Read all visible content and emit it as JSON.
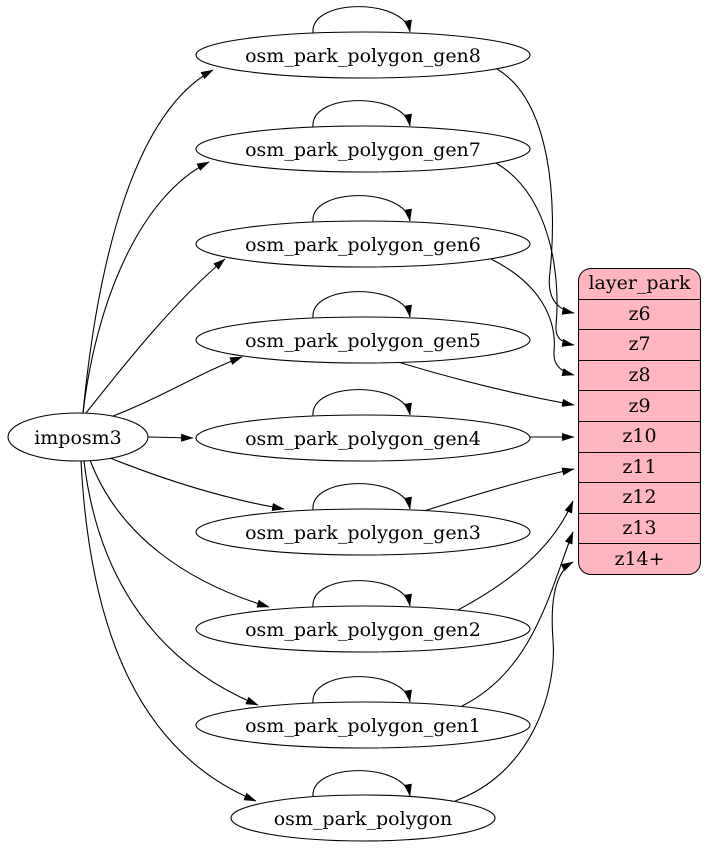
{
  "diagram": {
    "background_color": "#ffffff",
    "node_fill_color": "#ffffff",
    "node_border_color": "#000000",
    "edge_color": "#000000",
    "root_node": {
      "label": "imposm3"
    },
    "nodes": [
      {
        "label": "osm_park_polygon_gen8",
        "self_loop": true,
        "feeds_row": "z6"
      },
      {
        "label": "osm_park_polygon_gen7",
        "self_loop": true,
        "feeds_row": "z7"
      },
      {
        "label": "osm_park_polygon_gen6",
        "self_loop": true,
        "feeds_row": "z8"
      },
      {
        "label": "osm_park_polygon_gen5",
        "self_loop": true,
        "feeds_row": "z9"
      },
      {
        "label": "osm_park_polygon_gen4",
        "self_loop": true,
        "feeds_row": "z10"
      },
      {
        "label": "osm_park_polygon_gen3",
        "self_loop": true,
        "feeds_row": "z11"
      },
      {
        "label": "osm_park_polygon_gen2",
        "self_loop": true,
        "feeds_row": "z12"
      },
      {
        "label": "osm_park_polygon_gen1",
        "self_loop": true,
        "feeds_row": "z13"
      },
      {
        "label": "osm_park_polygon",
        "self_loop": true,
        "feeds_row": "z14+"
      }
    ],
    "layer_table": {
      "header": "layer_park",
      "rows": [
        "z6",
        "z7",
        "z8",
        "z9",
        "z10",
        "z11",
        "z12",
        "z13",
        "z14+"
      ],
      "fill_color": "#ffb6c1",
      "border_color": "#000000"
    },
    "edges": [
      {
        "from": "imposm3",
        "to": "osm_park_polygon_gen8"
      },
      {
        "from": "imposm3",
        "to": "osm_park_polygon_gen7"
      },
      {
        "from": "imposm3",
        "to": "osm_park_polygon_gen6"
      },
      {
        "from": "imposm3",
        "to": "osm_park_polygon_gen5"
      },
      {
        "from": "imposm3",
        "to": "osm_park_polygon_gen4"
      },
      {
        "from": "imposm3",
        "to": "osm_park_polygon_gen3"
      },
      {
        "from": "imposm3",
        "to": "osm_park_polygon_gen2"
      },
      {
        "from": "imposm3",
        "to": "osm_park_polygon_gen1"
      },
      {
        "from": "imposm3",
        "to": "osm_park_polygon"
      },
      {
        "from": "osm_park_polygon_gen8",
        "to": "osm_park_polygon_gen8"
      },
      {
        "from": "osm_park_polygon_gen7",
        "to": "osm_park_polygon_gen7"
      },
      {
        "from": "osm_park_polygon_gen6",
        "to": "osm_park_polygon_gen6"
      },
      {
        "from": "osm_park_polygon_gen5",
        "to": "osm_park_polygon_gen5"
      },
      {
        "from": "osm_park_polygon_gen4",
        "to": "osm_park_polygon_gen4"
      },
      {
        "from": "osm_park_polygon_gen3",
        "to": "osm_park_polygon_gen3"
      },
      {
        "from": "osm_park_polygon_gen2",
        "to": "osm_park_polygon_gen2"
      },
      {
        "from": "osm_park_polygon_gen1",
        "to": "osm_park_polygon_gen1"
      },
      {
        "from": "osm_park_polygon",
        "to": "osm_park_polygon"
      },
      {
        "from": "osm_park_polygon_gen8",
        "to": "layer_park:z6"
      },
      {
        "from": "osm_park_polygon_gen7",
        "to": "layer_park:z7"
      },
      {
        "from": "osm_park_polygon_gen6",
        "to": "layer_park:z8"
      },
      {
        "from": "osm_park_polygon_gen5",
        "to": "layer_park:z9"
      },
      {
        "from": "osm_park_polygon_gen4",
        "to": "layer_park:z10"
      },
      {
        "from": "osm_park_polygon_gen3",
        "to": "layer_park:z11"
      },
      {
        "from": "osm_park_polygon_gen2",
        "to": "layer_park:z12"
      },
      {
        "from": "osm_park_polygon_gen1",
        "to": "layer_park:z13"
      },
      {
        "from": "osm_park_polygon",
        "to": "layer_park:z14+"
      }
    ]
  }
}
